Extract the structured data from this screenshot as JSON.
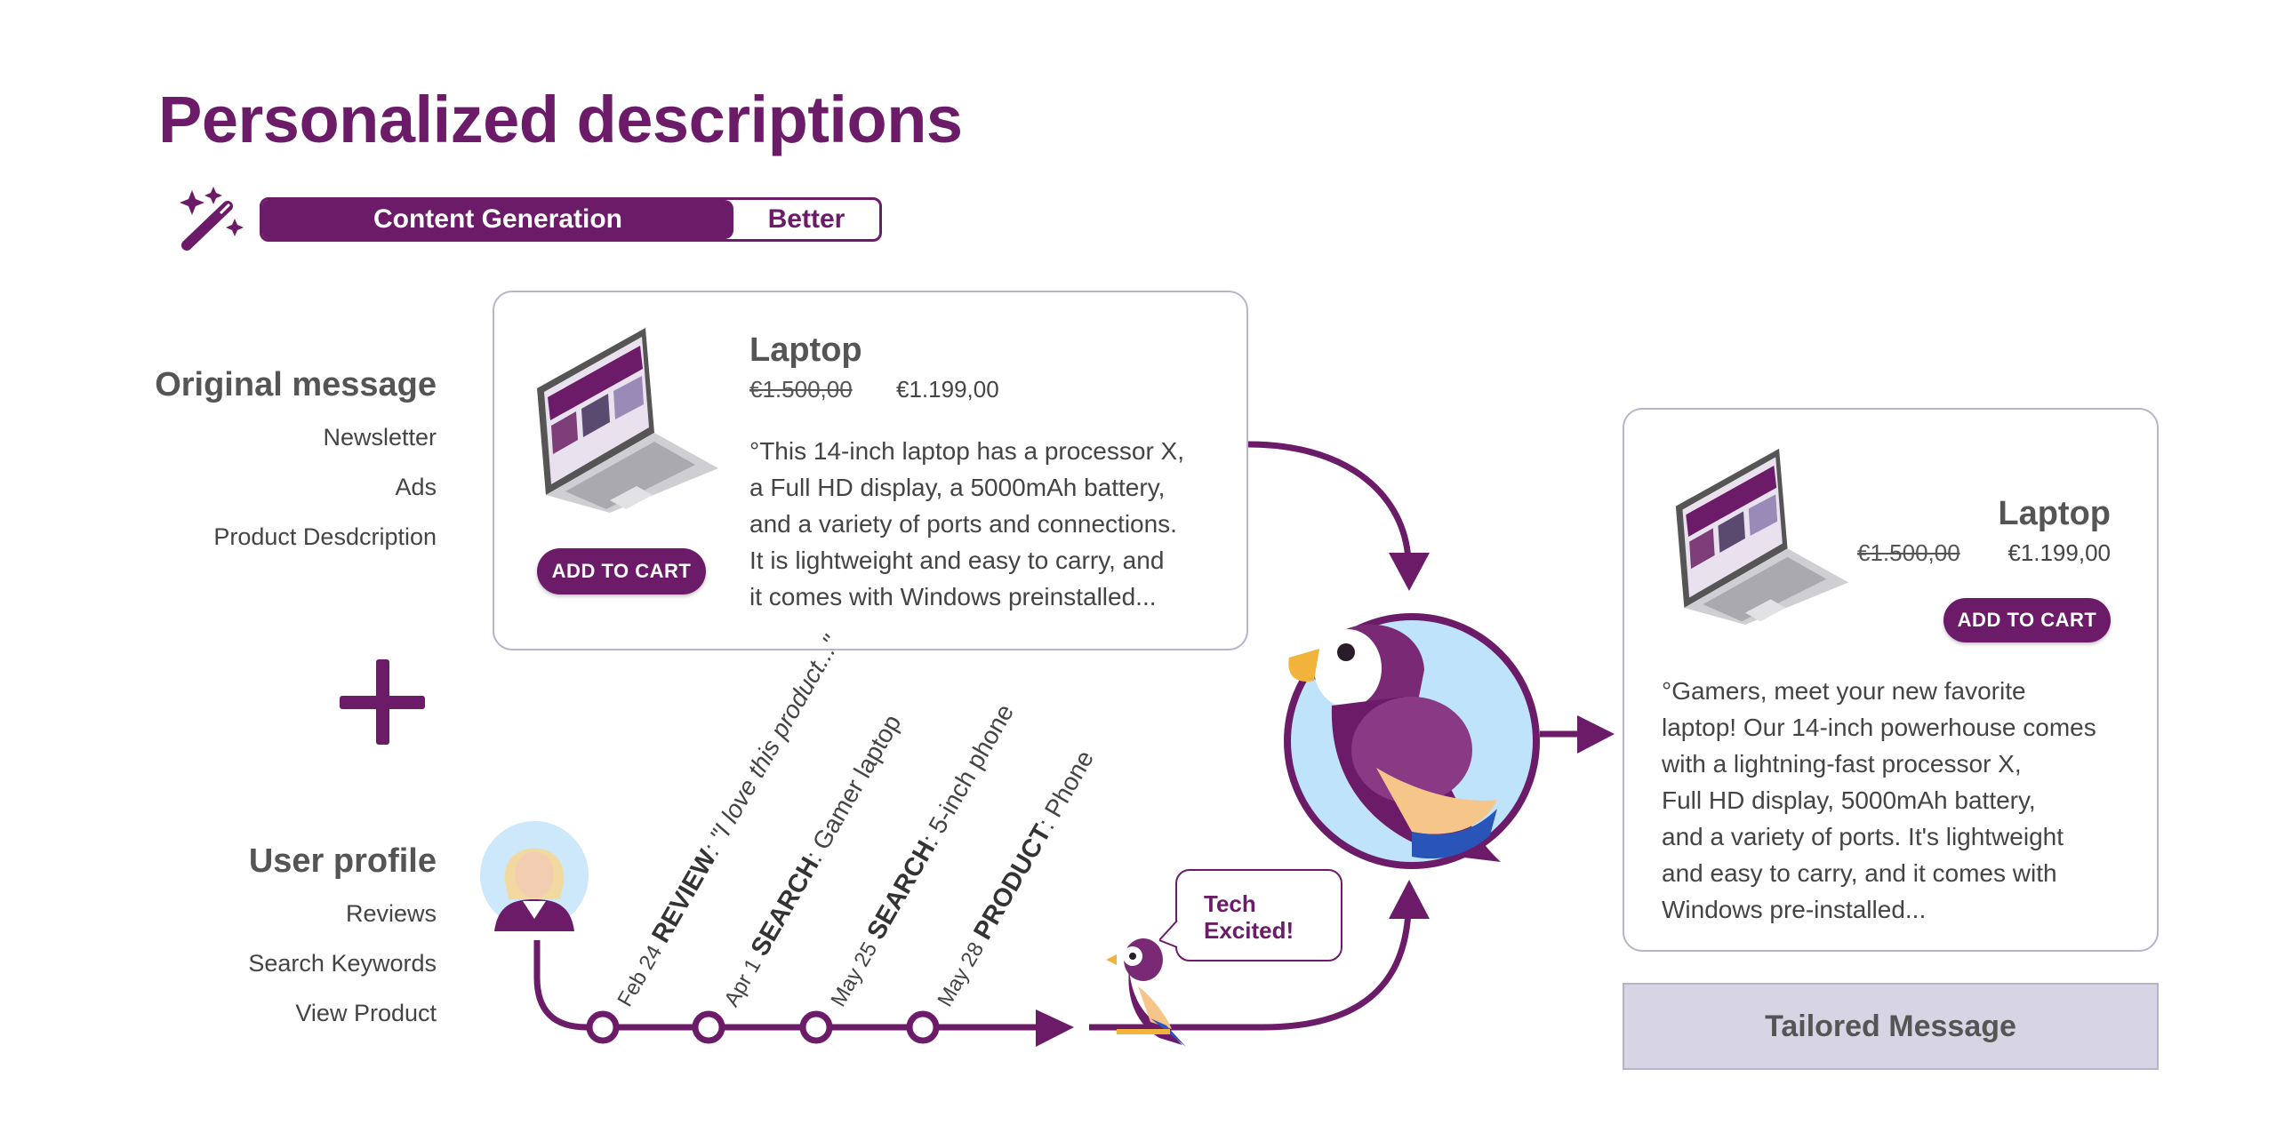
{
  "title": "Personalized descriptions",
  "tag": {
    "primary": "Content Generation",
    "secondary": "Better"
  },
  "original": {
    "heading": "Original message",
    "items": [
      "Newsletter",
      "Ads",
      "Product Desdcription"
    ]
  },
  "profile": {
    "heading": "User profile",
    "items": [
      "Reviews",
      "Search Keywords",
      "View Product"
    ]
  },
  "product_card": {
    "name": "Laptop",
    "old_price": "€1.500,00",
    "new_price": "€1.199,00",
    "button": "ADD TO CART",
    "description": "°This 14-inch laptop has a processor X,\na Full HD display, a 5000mAh battery,\nand a variety of ports and connections.\nIt is lightweight and easy to carry, and\nit comes with Windows preinstalled..."
  },
  "tailored_card": {
    "name": "Laptop",
    "old_price": "€1.500,00",
    "new_price": "€1.199,00",
    "button": "ADD TO CART",
    "description": "°Gamers, meet your new favorite\nlaptop! Our 14-inch powerhouse comes\nwith a lightning-fast processor X,\nFull HD display, 5000mAh battery,\nand a variety of ports. It's lightweight\nand easy to carry, and it comes with\nWindows pre-installed..."
  },
  "timeline": [
    {
      "date": "Feb 24",
      "kind": "REVIEW",
      "text": ": \"I love this product...\"",
      "italic": true
    },
    {
      "date": "Apr 1",
      "kind": "SEARCH",
      "text": ": Gamer laptop",
      "italic": false
    },
    {
      "date": "May 25",
      "kind": "SEARCH",
      "text": ": 5-inch phone",
      "italic": false
    },
    {
      "date": "May 28",
      "kind": "PRODUCT",
      "text": ": Phone",
      "italic": false
    }
  ],
  "bubble": "Tech\nExcited!",
  "result_label": "Tailored Message",
  "colors": {
    "accent": "#6b1b67",
    "circle_fill": "#bfe3fb",
    "box_fill": "#d7d5e4"
  },
  "icons": [
    "magic-wand-icon",
    "laptop-icon",
    "plus-icon",
    "avatar-icon",
    "parrot-icon",
    "arrow-icon"
  ]
}
